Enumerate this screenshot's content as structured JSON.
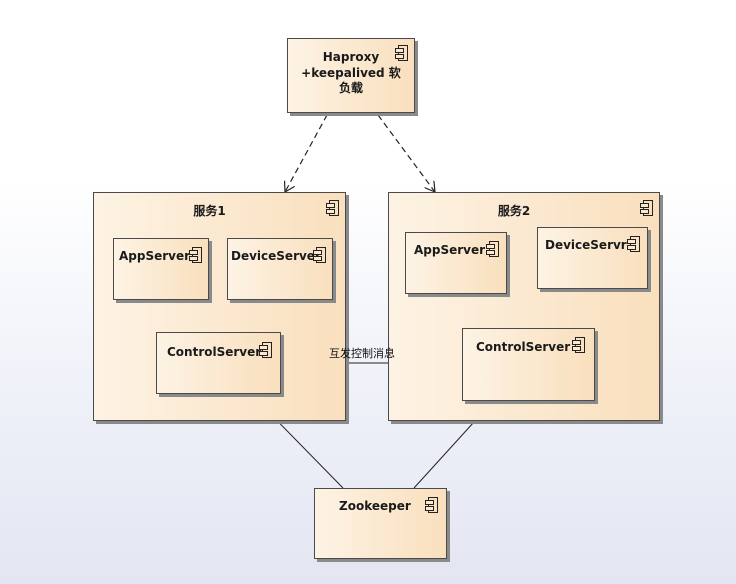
{
  "nodes": {
    "haproxy": {
      "title_line1": "Haproxy",
      "title_line2": "+keepalived 软",
      "title_line3": "负载"
    },
    "service1": {
      "title": "服务1"
    },
    "service2": {
      "title": "服务2"
    },
    "s1_app": {
      "title": "AppServer"
    },
    "s1_device": {
      "title": "DeviceServer"
    },
    "s1_control": {
      "title": "ControlServer"
    },
    "s2_app": {
      "title": "AppServer"
    },
    "s2_device": {
      "title": "DeviceServr"
    },
    "s2_control": {
      "title": "ControlServer"
    },
    "zookeeper": {
      "title": "Zookeeper"
    }
  },
  "edges": {
    "control_link": {
      "label": "互发控制消息"
    }
  },
  "colors": {
    "component_fill_light": "#fdf3e4",
    "component_fill_dark": "#f9dfbd",
    "border": "#4a4a4a",
    "shadow": "#8a8a8a"
  }
}
